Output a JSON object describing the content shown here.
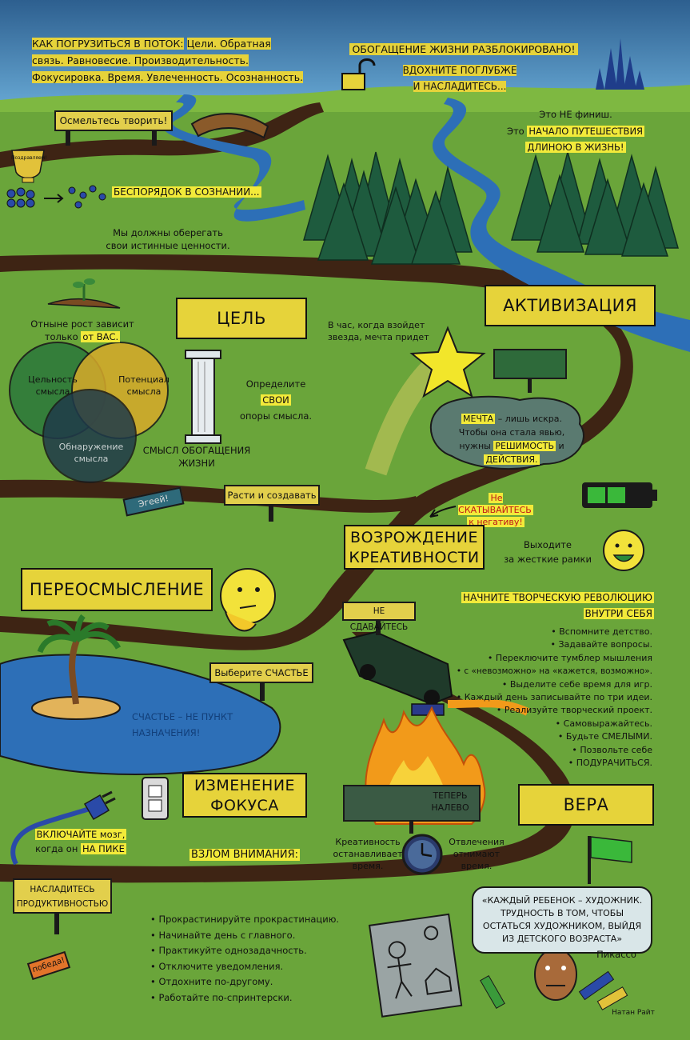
{
  "header": {
    "flow_title": "КАК ПОГРУЗИТЬСЯ В ПОТОК:",
    "flow_rest_1": "Цели. Обратная",
    "flow_rest_2": "связь. Равновесие. Производительность.",
    "flow_rest_3": "Фокусировка. Время. Увлеченность. Осознанность.",
    "unlocked": "ОБОГАЩЕНИЕ ЖИЗНИ РАЗБЛОКИРОВАНО!",
    "breathe_1": "ВДОХНИТЕ ПОГЛУБЖЕ",
    "breathe_2": "И НАСЛАДИТЕСЬ..."
  },
  "top": {
    "dare_sign": "Осмельтесь творить!",
    "trophy": "Поздравляем!",
    "mess": "БЕСПОРЯДОК В СОЗНАНИИ...",
    "values_1": "Мы должны оберегать",
    "values_2": "свои истинные ценности.",
    "not_finish": "Это НЕ финиш.",
    "journey_1": "Это",
    "journey_hl": "НАЧАЛО ПУТЕШЕСТВИЯ",
    "journey_2": "ДЛИНОЮ В ЖИЗНЬ!"
  },
  "goal": {
    "title": "ЦЕЛЬ",
    "growth_1": "Отныне рост зависит",
    "growth_2": "только",
    "growth_hl": "от ВАС.",
    "venn_a": "Цельность смысла",
    "venn_b": "Потенциал смысла",
    "venn_c": "Обнаружение смысла",
    "define_1": "Определите",
    "define_hl": "СВОИ",
    "define_2": "опоры смысла.",
    "pillar": "СМЫСЛ ОБОГАЩЕНИЯ ЖИЗНИ",
    "yay": "Эгеей!",
    "grow_sign": "Расти и создавать"
  },
  "activation": {
    "title": "АКТИВИЗАЦИЯ",
    "star_1": "В час, когда взойдет",
    "star_2": "звезда, мечта придет",
    "dream_hl": "МЕЧТА",
    "dream_text": "– лишь искра. Чтобы она стала явью, нужны",
    "resolve": "РЕШИМОСТЬ",
    "and": "и",
    "action": "ДЕЙСТВИЯ.",
    "no_roll_1": "Не СКАТЫВАЙТЕСЬ",
    "no_roll_2": "к негативу!"
  },
  "rethink": {
    "title": "ПЕРЕОСМЫСЛЕНИЕ",
    "choose": "Выберите СЧАСТЬЕ",
    "happiness": "СЧАСТЬЕ – НЕ ПУНКТ НАЗНАЧЕНИЯ!"
  },
  "creativity": {
    "title_1": "ВОЗРОЖДЕНИЕ",
    "title_2": "КРЕАТИВНОСТИ",
    "frame_1": "Выходите",
    "frame_2": "за жесткие рамки",
    "dont_give_up": "НЕ СДАВАЙТЕСЬ",
    "revolution_1": "НАЧНИТЕ ТВОРЧЕСКУЮ РЕВОЛЮЦИЮ",
    "revolution_2": "ВНУТРИ СЕБЯ",
    "tips": [
      "Вспомните детство.",
      "Задавайте вопросы.",
      "Переключите тумблер мышления",
      "с «невозможно» на «кажется, возможно».",
      "Выделите себе время для игр.",
      "Каждый день записывайте по три идеи.",
      "Реализуйте творческий проект.",
      "Самовыражайтесь.",
      "Будьте СМЕЛЫМИ.",
      "Позвольте себе",
      "ПОДУРАЧИТЬСЯ."
    ]
  },
  "focus": {
    "title_1": "ИЗМЕНЕНИЕ",
    "title_2": "ФОКУСА",
    "plug_1": "ВКЛЮЧАЙТЕ мозг,",
    "plug_2": "когда он",
    "plug_hl": "НА ПИКЕ",
    "hack": "ВЗЛОМ ВНИМАНИЯ:",
    "enjoy_sign": "НАСЛАДИТЕСЬ ПРОДУКТИВНОСТЬЮ",
    "victory": "победа!",
    "list": [
      "Прокрастинируйте прокрастинацию.",
      "Начинайте день с главного.",
      "Практикуйте однозадачность.",
      "Отключите уведомления.",
      "Отдохните по-другому.",
      "Работайте по-спринтерски."
    ]
  },
  "faith": {
    "title": "ВЕРА",
    "now_1": "ТЕПЕРЬ",
    "now_2": "НАЛЕВО",
    "creativity_stops_1": "Креативность",
    "creativity_stops_2": "останавливает",
    "creativity_stops_3": "время.",
    "distraction_1": "Отвлечения",
    "distraction_2": "отнимают",
    "distraction_3": "время.",
    "quote": "«КАЖДЫЙ РЕБЕНОК – ХУДОЖНИК. ТРУДНОСТЬ В ТОМ, ЧТОБЫ ОСТАТЬСЯ ХУДОЖНИКОМ, ВЫЙДЯ ИЗ ДЕТСКОГО ВОЗРАСТА»",
    "author": "Пикассо",
    "signature": "Натан Райт"
  },
  "colors": {
    "grass": "#6aa53a",
    "sky": "#3f88b6",
    "sign": "#e2cf4c",
    "road": "#3e2414",
    "river": "#2d6fb7"
  }
}
